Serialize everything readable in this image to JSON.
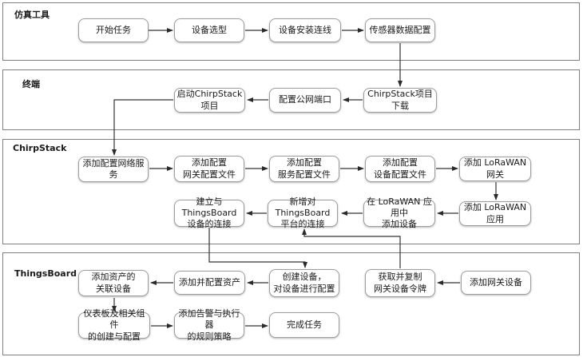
{
  "diagram": {
    "type": "flowchart-swimlanes",
    "colors": {
      "background": "#ffffff",
      "lane_border": "#7f7f7f",
      "node_fill": "#ffffff",
      "node_border": "#9e9e9e",
      "arrow": "#333333",
      "text": "#1a1a1a"
    },
    "lanes": [
      {
        "label": "仿真工具",
        "nodes": [
          {
            "label": "开始任务"
          },
          {
            "label": "设备选型"
          },
          {
            "label": "设备安装连线"
          },
          {
            "label": "传感器数据配置"
          }
        ]
      },
      {
        "label": "终端",
        "nodes": [
          {
            "label": "启动ChirpStack项目"
          },
          {
            "label": "配置公网端口"
          },
          {
            "label": "ChirpStack项目下载"
          }
        ]
      },
      {
        "label": "ChirpStack",
        "nodes": [
          {
            "label": "添加配置网络服务"
          },
          {
            "label": "添加配置\n网关配置文件"
          },
          {
            "label": "添加配置\n服务配置文件"
          },
          {
            "label": "添加配置\n设备配置文件"
          },
          {
            "label": "添加 LoRaWAN 网关"
          },
          {
            "label": "建立与ThingsBoard\n设备的连接"
          },
          {
            "label": "新增对ThingsBoard\n平台的连接"
          },
          {
            "label": "在 LoRaWAN 应用中\n添加设备"
          },
          {
            "label": "添加 LoRaWAN 应用"
          }
        ]
      },
      {
        "label": "ThingsBoard",
        "nodes": [
          {
            "label": "添加资产的\n关联设备"
          },
          {
            "label": "添加并配置资产"
          },
          {
            "label": "创建设备，\n对设备进行配置"
          },
          {
            "label": "获取并复制\n网关设备令牌"
          },
          {
            "label": "添加网关设备"
          },
          {
            "label": "仪表板及相关组件\n的创建与配置"
          },
          {
            "label": "添加告警与执行器\n的规则策略"
          },
          {
            "label": "完成任务"
          }
        ]
      }
    ],
    "connections": [
      "开始任务 → 设备选型",
      "设备选型 → 设备安装连线",
      "设备安装连线 → 传感器数据配置",
      "传感器数据配置 → ChirpStack项目下载",
      "ChirpStack项目下载 → 配置公网端口",
      "配置公网端口 → 启动ChirpStack项目",
      "启动ChirpStack项目 → 添加配置网络服务",
      "添加配置网络服务 → 添加配置网关配置文件",
      "添加配置网关配置文件 → 添加配置服务配置文件",
      "添加配置服务配置文件 → 添加配置设备配置文件",
      "添加配置设备配置文件 → 添加 LoRaWAN 网关",
      "添加 LoRaWAN 网关 → 添加 LoRaWAN 应用",
      "添加 LoRaWAN 应用 → 在 LoRaWAN 应用中添加设备",
      "在 LoRaWAN 应用中添加设备 → 新增对ThingsBoard平台的连接",
      "新增对ThingsBoard平台的连接 → 建立与ThingsBoard设备的连接",
      "建立与ThingsBoard设备的连接 → 创建设备，对设备进行配置",
      "添加网关设备 → 获取并复制网关设备令牌",
      "获取并复制网关设备令牌 → 新增对ThingsBoard平台的连接",
      "创建设备，对设备进行配置 → 添加并配置资产",
      "添加并配置资产 → 添加资产的关联设备",
      "添加资产的关联设备 → 仪表板及相关组件的创建与配置",
      "仪表板及相关组件的创建与配置 → 添加告警与执行器的规则策略",
      "添加告警与执行器的规则策略 → 完成任务"
    ]
  }
}
